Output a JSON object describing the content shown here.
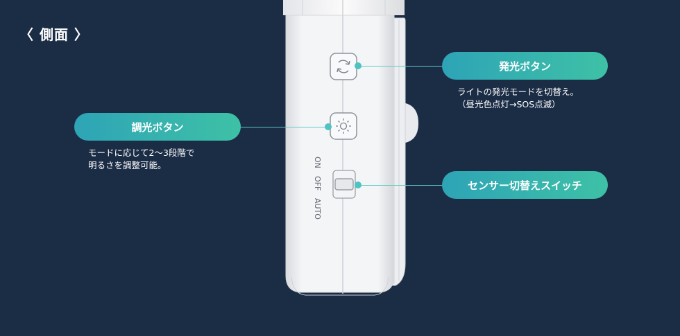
{
  "heading": "〈 側面 〉",
  "callouts": {
    "light_button": {
      "label": "発光ボタン",
      "desc": "ライトの発光モードを切替え。\n（昼光色点灯→SOS点滅）"
    },
    "dimmer_button": {
      "label": "調光ボタン",
      "desc": "モードに応じて2～3段階で\n明るさを調整可能。"
    },
    "sensor_switch": {
      "label": "センサー切替えスイッチ"
    }
  },
  "switch_labels": {
    "on": "ON",
    "off": "OFF",
    "auto": "AUTO"
  },
  "colors": {
    "background": "#1b2c45",
    "accent_start": "#2ea4b6",
    "accent_end": "#3ec1a6",
    "device_body": "#f1f2f4"
  },
  "icons": {
    "light_button": "cycle-arrows-icon",
    "dimmer_button": "sun-icon"
  }
}
